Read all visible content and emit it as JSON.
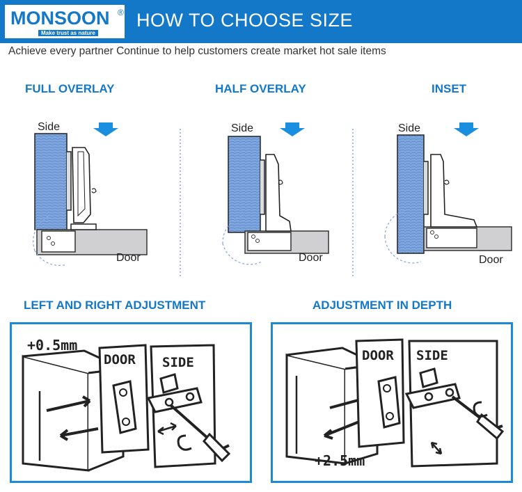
{
  "brand": {
    "name": "MONSOON",
    "registered": "®",
    "tagline": "Make trust as nature"
  },
  "banner": {
    "title": "HOW TO CHOOSE SIZE"
  },
  "subtitle": "Achieve every partner Continue to help customers create market hot sale items",
  "overlays": [
    {
      "title": "FULL OVERLAY",
      "side_label": "Side",
      "door_label": "Door"
    },
    {
      "title": "HALF OVERLAY",
      "side_label": "Side",
      "door_label": "Door"
    },
    {
      "title": "INSET",
      "side_label": "Side",
      "door_label": "Door"
    }
  ],
  "adjustments": [
    {
      "title": "LEFT AND RIGHT ADJUSTMENT",
      "measure": "+0.5mm",
      "door_label": "DOOR",
      "side_label": "SIDE"
    },
    {
      "title": "ADJUSTMENT IN DEPTH",
      "measure": "+2.5mm",
      "door_label": "DOOR",
      "side_label": "SIDE"
    }
  ],
  "colors": {
    "accent": "#1478c8",
    "panel_border": "#1c8ad4",
    "wood": "#7fa6de",
    "door": "#d0d0d2"
  }
}
